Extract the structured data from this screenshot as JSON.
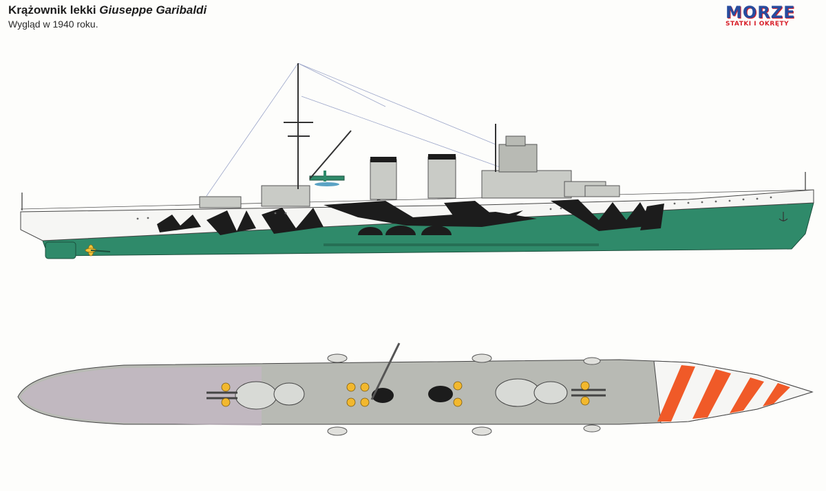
{
  "header": {
    "title_prefix": "Krążownik lekki",
    "ship_name": "Giuseppe Garibaldi",
    "subtitle": "Wygląd w 1940 roku."
  },
  "logo": {
    "main": "MORZE",
    "sub": "STATKI I OKRĘTY"
  },
  "colors": {
    "hull_green": "#2f8a6a",
    "dazzle_black": "#1c1c1c",
    "hull_white": "#f6f6f4",
    "deck_grey": "#b8bab4",
    "bow_stripe_orange": "#f05a28",
    "fitting_yellow": "#f2b82e"
  },
  "icons": [
    "ship-hull-side",
    "seaplane-icon",
    "propeller-icon",
    "turret-icon"
  ]
}
